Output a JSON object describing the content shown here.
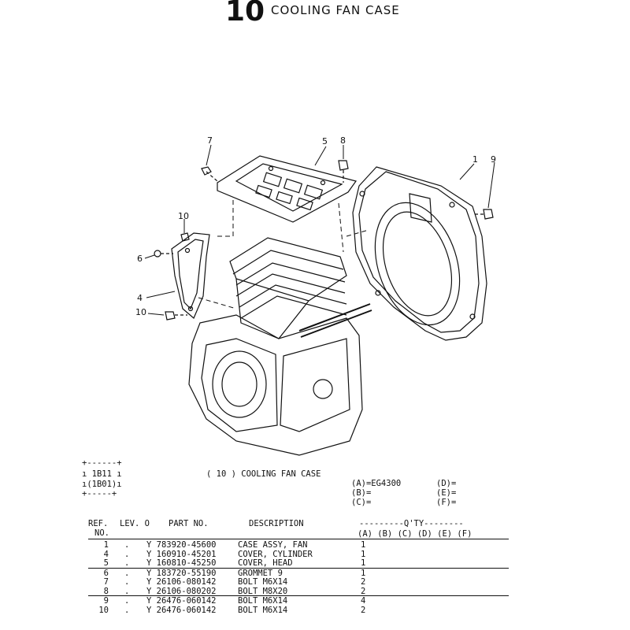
{
  "header": {
    "number": "10",
    "title": "COOLING FAN CASE"
  },
  "callouts": {
    "c1": "1",
    "c4": "4",
    "c5": "5",
    "c6": "6",
    "c7": "7",
    "c8": "8",
    "c9": "9",
    "c10a": "10",
    "c10b": "10"
  },
  "box": {
    "top": "+------+",
    "line1": "ı 1B11 ı",
    "line2": "ı(1B01)ı",
    "bottom": "+-----+"
  },
  "section_title": "( 10 ) COOLING FAN CASE",
  "models": {
    "a": "(A)=EG4300",
    "b": "(B)=",
    "c": "(C)=",
    "d": "(D)=",
    "e": "(E)=",
    "f": "(F)="
  },
  "table": {
    "h_ref": "REF.",
    "h_no": "NO.",
    "h_lev": "LEV. O",
    "h_part": "PART NO.",
    "h_desc": "DESCRIPTION",
    "h_qty": "---------Q'TY--------",
    "h_cols": "(A) (B) (C) (D) (E) (F)",
    "rows": [
      {
        "ref": "1",
        "lev": ".",
        "part": "Y 783920-45600",
        "desc": "CASE ASSY, FAN",
        "qty": "1"
      },
      {
        "ref": "4",
        "lev": ".",
        "part": "Y 160910-45201",
        "desc": "COVER, CYLINDER",
        "qty": "1"
      },
      {
        "ref": "5",
        "lev": ".",
        "part": "Y 160810-45250",
        "desc": "COVER, HEAD",
        "qty": "1"
      },
      {
        "ref": "6",
        "lev": ".",
        "part": "Y 183720-55190",
        "desc": "GROMMET 9",
        "qty": "1"
      },
      {
        "ref": "7",
        "lev": ".",
        "part": "Y 26106-080142",
        "desc": "BOLT M6X14",
        "qty": "2"
      },
      {
        "ref": "8",
        "lev": ".",
        "part": "Y 26106-080202",
        "desc": "BOLT M8X20",
        "qty": "2"
      },
      {
        "ref": "9",
        "lev": ".",
        "part": "Y 26476-060142",
        "desc": "BOLT M6X14",
        "qty": "4"
      },
      {
        "ref": "10",
        "lev": ".",
        "part": "Y 26476-060142",
        "desc": "BOLT M6X14",
        "qty": "2"
      }
    ]
  }
}
